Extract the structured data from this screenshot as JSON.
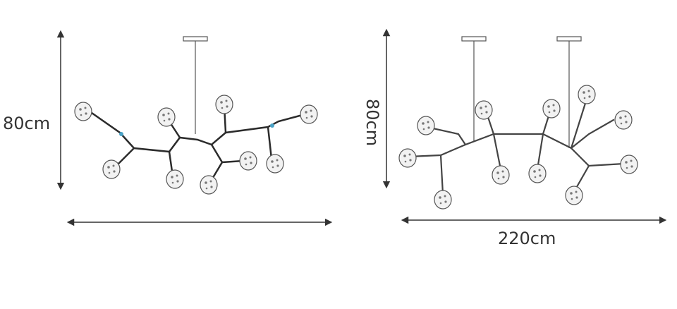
{
  "labels": {
    "left_height": "80cm",
    "right_height": "80cm",
    "right_width": "220cm"
  },
  "colors": {
    "line": "#333333",
    "frame": "#2b2b2b",
    "globe_stroke": "#555555",
    "globe_fill": "#f2f2f2",
    "accent_connector": "#4aa3c7"
  },
  "icons": [
    "dimension-arrow-icon",
    "chandelier-icon",
    "glass-globe-icon",
    "ceiling-canopy-icon"
  ]
}
